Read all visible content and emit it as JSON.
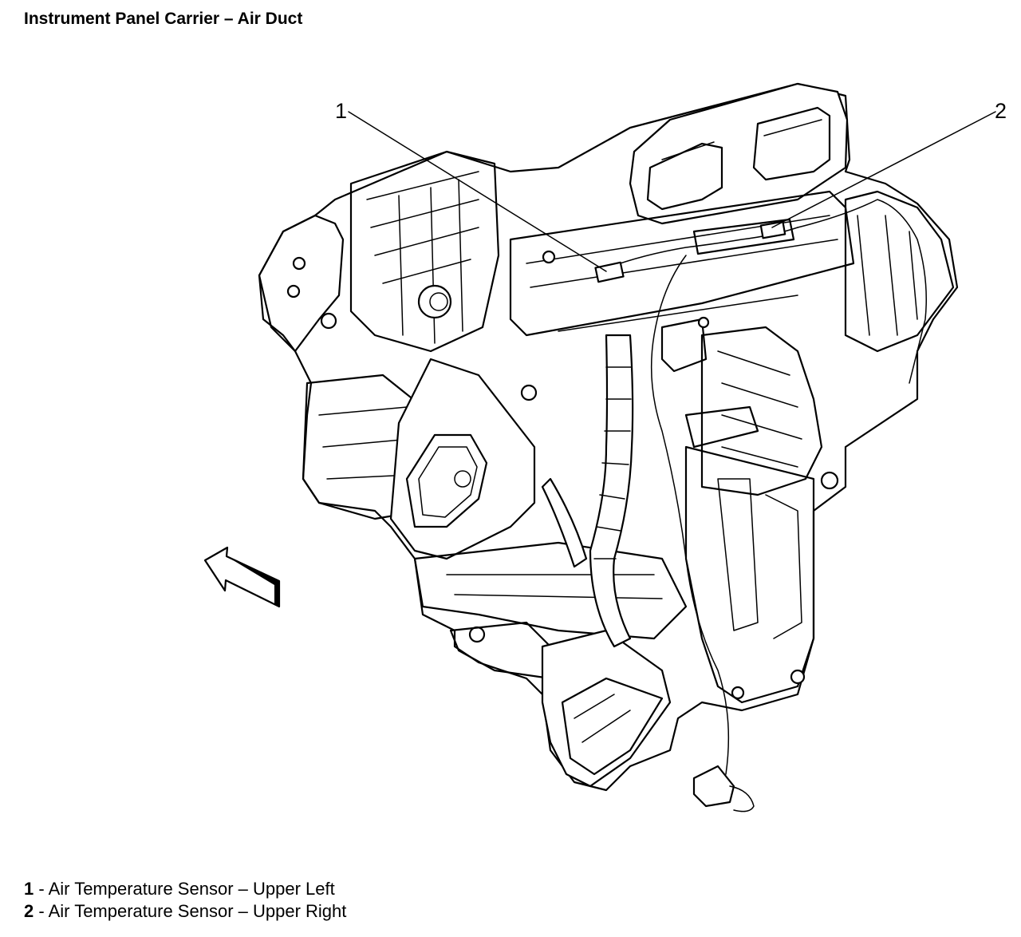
{
  "title": "Instrument Panel Carrier – Air Duct",
  "callouts": [
    {
      "number": "1",
      "text": "Air Temperature Sensor – Upper Left"
    },
    {
      "number": "2",
      "text": "Air Temperature Sensor – Upper Right"
    }
  ],
  "icons": {
    "direction_arrow": "front-direction-arrow-icon"
  }
}
